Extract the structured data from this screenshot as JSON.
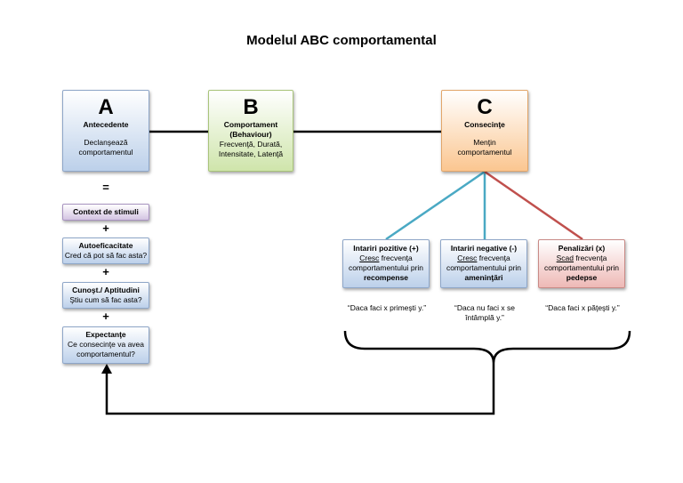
{
  "title": "Modelul ABC comportamental",
  "boxA": {
    "letter": "A",
    "head": "Antecedente",
    "l1": "Declanşează",
    "l2": "comportamentul"
  },
  "boxB": {
    "letter": "B",
    "head1": "Comportament",
    "head2": "(Behaviour)",
    "l1": "Frecvenţă,  Durată,",
    "l2": "Intensitate, Latenţă"
  },
  "boxC": {
    "letter": "C",
    "head": "Consecinţe",
    "l1": "Menţin",
    "l2": "comportamentul"
  },
  "equals": "=",
  "plus": "+",
  "left_boxes": {
    "context": "Context de stimuli",
    "auto_head": "Autoeficacitate",
    "auto_sub": "Cred că pot să fac asta?",
    "cun_head": "Cunoşt./ Aptitudini",
    "cun_sub": "Ştiu cum să fac asta?",
    "exp_head": "Expectanţe",
    "exp_sub1": "Ce consecinţe va avea",
    "exp_sub2": "comportamentul?"
  },
  "consequences": [
    {
      "head": "Intariri pozitive (+)",
      "verb": "Cresc",
      "rest": " frecvenţa",
      "l2": "comportamentului prin",
      "l3": "recompense",
      "quote1": "“Daca faci x primeşti y.”",
      "quote2": ""
    },
    {
      "head": "Intariri negative (-)",
      "verb": "Cresc",
      "rest": " frecvenţa",
      "l2": "comportamentului prin",
      "l3": "ameninţări",
      "quote1": "“Daca nu faci x se",
      "quote2": "întâmplă y.”"
    },
    {
      "head": "Penalizări (x)",
      "verb": "Scad",
      "rest": " frecvenţa",
      "l2": "comportamentului prin",
      "l3": "pedepse",
      "quote1": "“Daca faci x păţeşti y.”",
      "quote2": ""
    }
  ],
  "colors": {
    "connector": "#000000",
    "teal_line": "#4aa9c4",
    "red_line": "#c0504d"
  }
}
